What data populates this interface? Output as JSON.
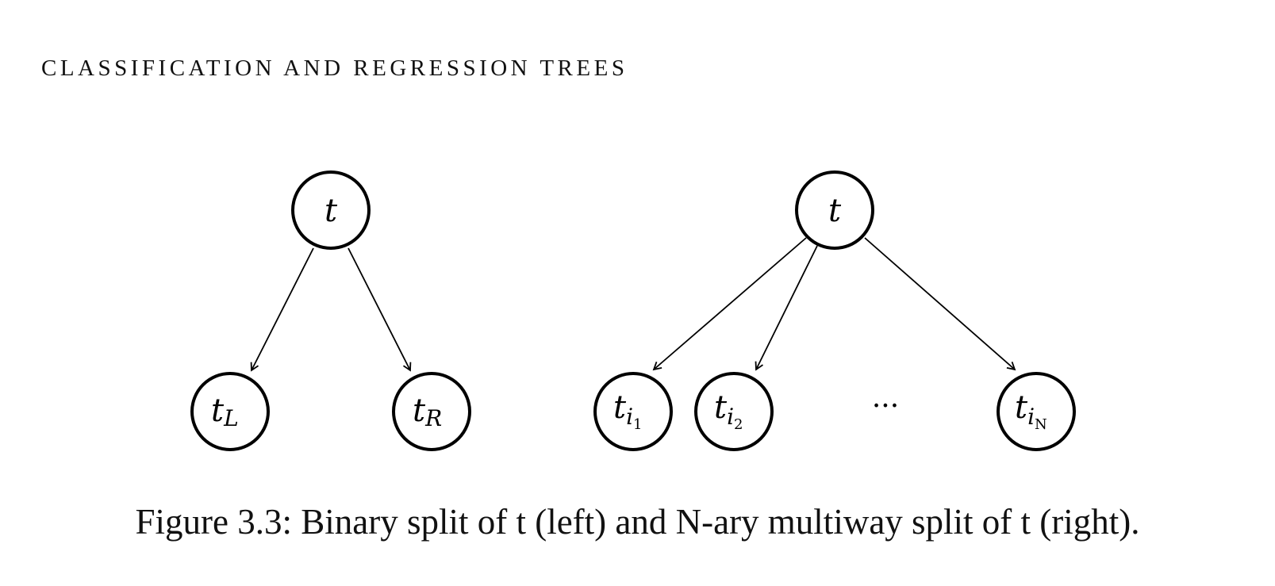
{
  "header": {
    "running_title": "Classification and Regression Trees"
  },
  "figure": {
    "caption": "Figure 3.3: Binary split of t (left) and N-ary multiway split of t (right).",
    "binary_split": {
      "parent": {
        "base": "t"
      },
      "children": [
        {
          "base": "t",
          "sub": "L"
        },
        {
          "base": "t",
          "sub": "R"
        }
      ]
    },
    "multiway_split": {
      "parent": {
        "base": "t"
      },
      "children": [
        {
          "base": "t",
          "sub": "i",
          "subsub": "1"
        },
        {
          "base": "t",
          "sub": "i",
          "subsub": "2"
        },
        {
          "base": "t",
          "sub": "i",
          "subsub": "N"
        }
      ],
      "ellipsis": "···"
    }
  }
}
